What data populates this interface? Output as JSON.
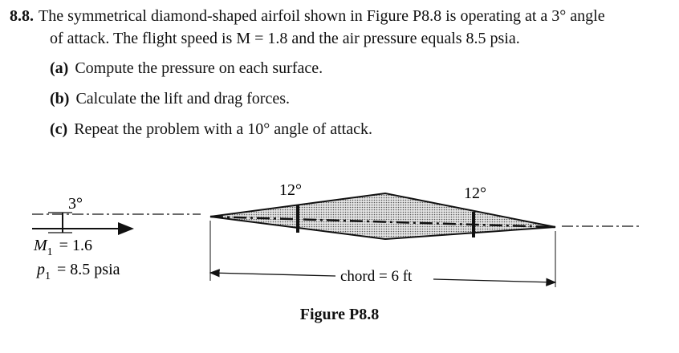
{
  "problem": {
    "number": "8.8.",
    "statement_line1": "The symmetrical diamond-shaped airfoil shown in Figure P8.8 is operating at a 3° angle",
    "statement_line2": "of attack. The flight speed is M = 1.8 and the air pressure equals 8.5 psia.",
    "parts": [
      {
        "label": "(a)",
        "text": "Compute the pressure on each surface."
      },
      {
        "label": "(b)",
        "text": "Calculate the lift and drag forces."
      },
      {
        "label": "(c)",
        "text": "Repeat the problem with a 10° angle of attack."
      }
    ]
  },
  "figure": {
    "angle_of_attack": "3°",
    "half_angle_front": "12°",
    "half_angle_rear": "12°",
    "mach_label": "M",
    "mach_sub": "1",
    "mach_value": "= 1.6",
    "pressure_label": "p",
    "pressure_sub": "1",
    "pressure_value": "= 8.5 psia",
    "chord_label": "chord = 6 ft",
    "caption": "Figure P8.8"
  }
}
